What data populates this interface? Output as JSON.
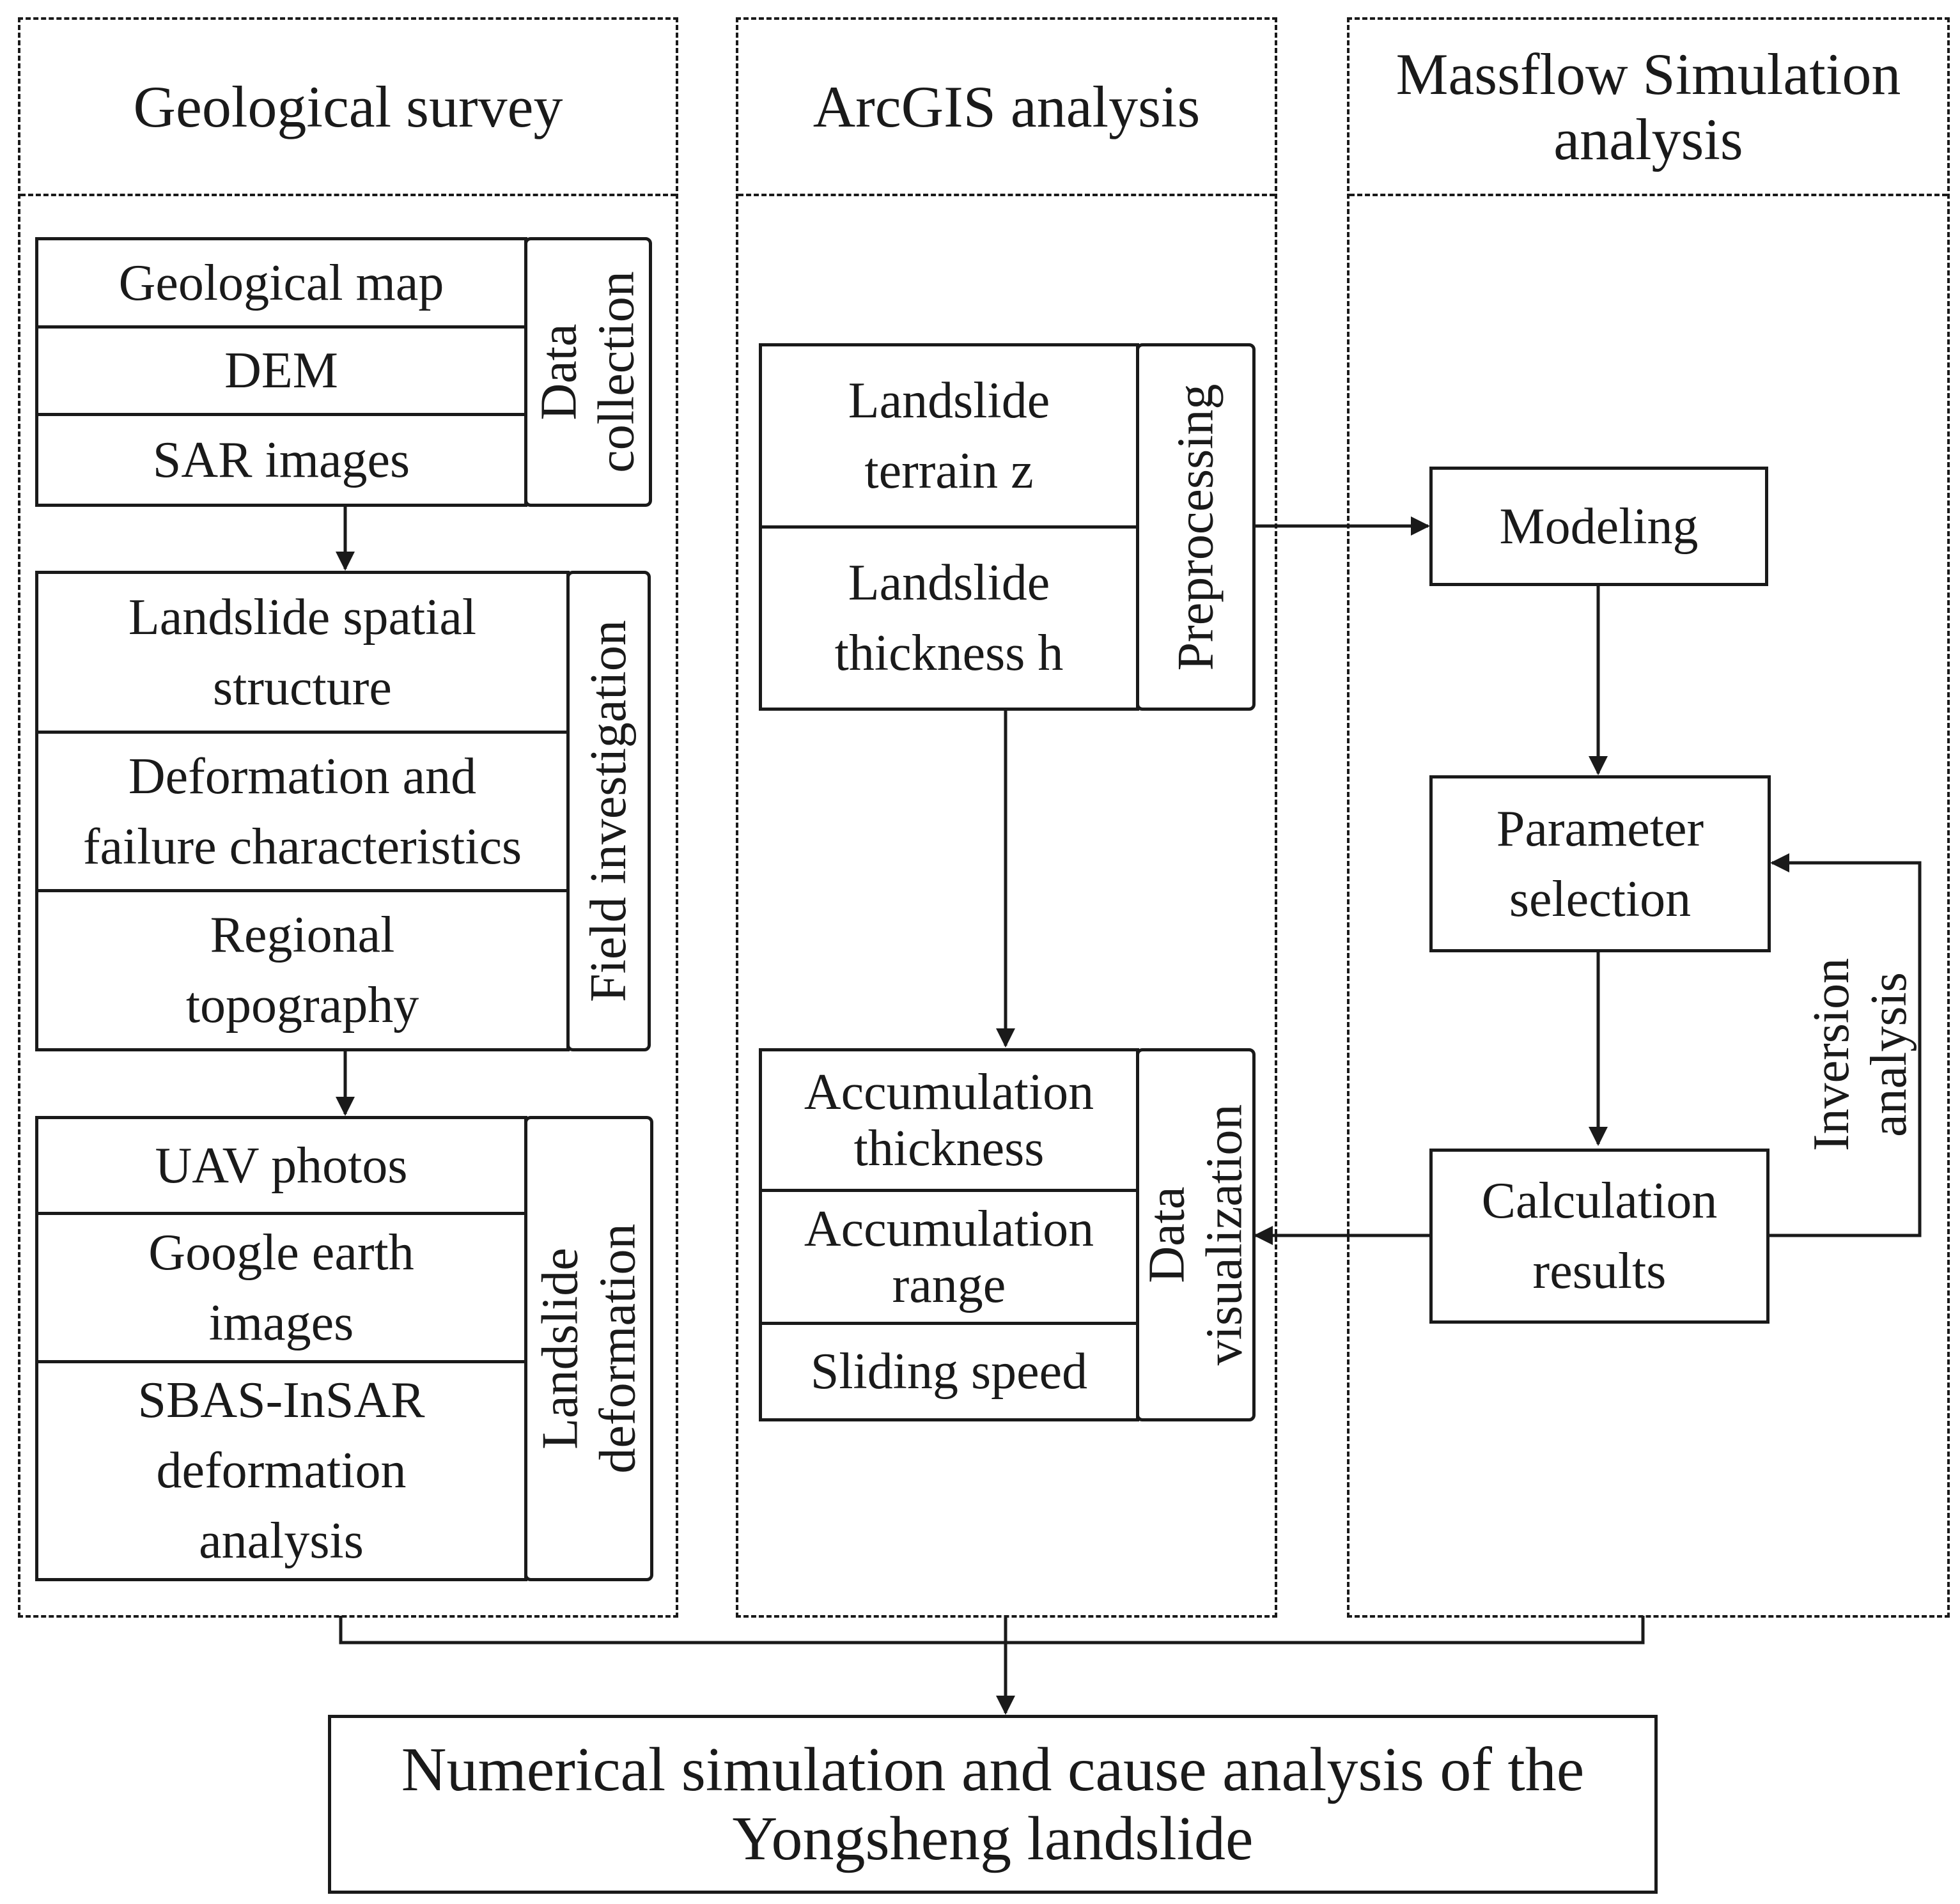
{
  "columns": {
    "geo": "Geological survey",
    "arcgis": "ArcGIS analysis",
    "massflow": "Massflow Simulation\nanalysis"
  },
  "geo": {
    "data_collection": {
      "label": "Data\ncollection",
      "items": [
        "Geological map",
        "DEM",
        "SAR images"
      ]
    },
    "field_investigation": {
      "label": "Field investigation",
      "items": [
        "Landslide spatial\nstructure",
        "Deformation and\nfailure characteristics",
        "Regional\ntopography"
      ]
    },
    "landslide_deformation": {
      "label": "Landslide\ndeformation",
      "items": [
        "UAV photos",
        "Google earth\nimages",
        "SBAS-InSAR\ndeformation\nanalysis"
      ]
    }
  },
  "arcgis": {
    "preprocessing": {
      "label": "Preprocessing",
      "items": [
        "Landslide\nterrain z",
        "Landslide\nthickness h"
      ]
    },
    "data_visualization": {
      "label": "Data\nvisualization",
      "items": [
        "Accumulation\nthickness",
        "Accumulation\nrange",
        "Sliding speed"
      ]
    }
  },
  "massflow": {
    "modeling": "Modeling",
    "parameter_selection": "Parameter\nselection",
    "calculation_results": "Calculation\nresults",
    "inversion": "Inversion\nanalysis"
  },
  "final": "Numerical simulation and cause analysis of the\nYongsheng landslide"
}
